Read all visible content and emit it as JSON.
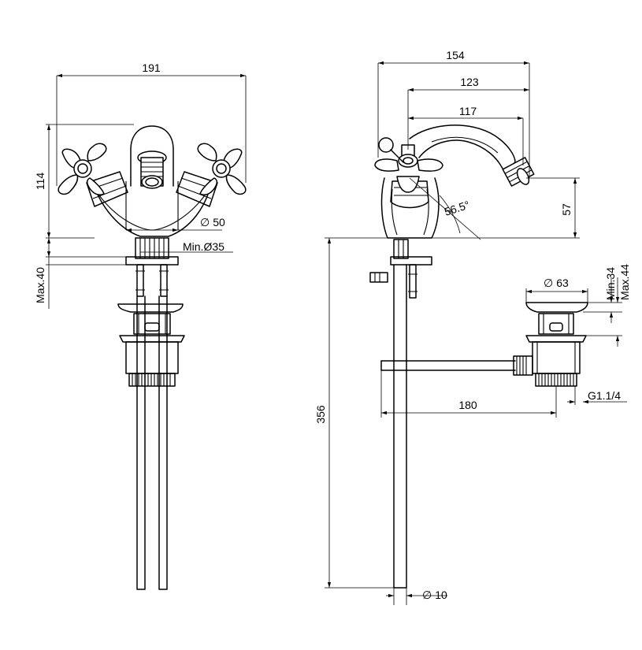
{
  "drawing": {
    "front_view": {
      "width": "191",
      "height": "114",
      "diameter_body": "50",
      "diameter_prefix": "∅",
      "min_hole": "Min.Ø35",
      "max_thickness": "Max.40"
    },
    "side_view": {
      "reach_total": "154",
      "reach_mid": "123",
      "reach_spout": "117",
      "spout_angle": "56.5°",
      "spout_height": "57",
      "total_height": "356",
      "pipe_diameter": "10",
      "pipe_diameter_prefix": "∅"
    },
    "waste_view": {
      "diameter": "63",
      "diameter_prefix": "∅",
      "min_depth": "Min.34",
      "max_depth": "Max.44",
      "rod_length": "180",
      "thread": "G1.1/4"
    }
  }
}
